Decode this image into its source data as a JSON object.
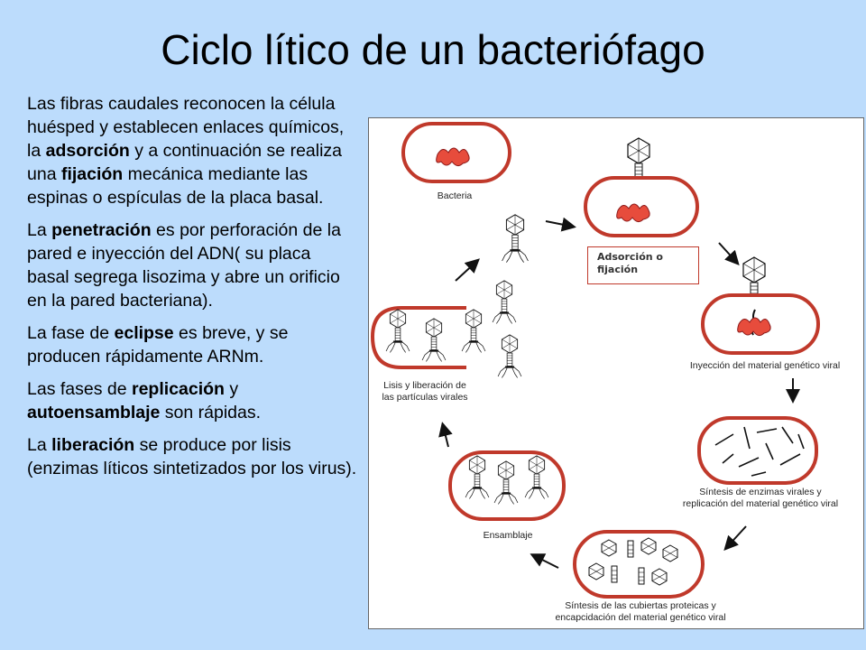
{
  "title": "Ciclo lítico de un bacteriófago",
  "paragraphs": [
    [
      {
        "t": "Las fibras caudales reconocen la célula huésped y establecen enlaces químicos, la ",
        "b": false
      },
      {
        "t": "adsorción",
        "b": true
      },
      {
        "t": " y a continuación se realiza una ",
        "b": false
      },
      {
        "t": "fijación",
        "b": true
      },
      {
        "t": " mecánica mediante las espinas o espículas de la placa basal.",
        "b": false
      }
    ],
    [
      {
        "t": "La ",
        "b": false
      },
      {
        "t": "penetración",
        "b": true
      },
      {
        "t": " es por perforación de la pared  e inyección del ADN( su placa basal segrega lisozima y abre un orificio en la pared bacteriana).",
        "b": false
      }
    ],
    [
      {
        "t": "La fase de ",
        "b": false
      },
      {
        "t": "eclipse",
        "b": true
      },
      {
        "t": " es breve, y se producen rápidamente ARNm.",
        "b": false
      }
    ],
    [
      {
        "t": "Las fases de ",
        "b": false
      },
      {
        "t": "replicación",
        "b": true
      },
      {
        "t": " y ",
        "b": false
      },
      {
        "t": "autoensamblaje",
        "b": true
      },
      {
        "t": " son rápidas.",
        "b": false
      }
    ],
    [
      {
        "t": "La ",
        "b": false
      },
      {
        "t": "liberación",
        "b": true
      },
      {
        "t": " se produce por lisis (enzimas líticos sintetizados por los virus).",
        "b": false
      }
    ]
  ],
  "diagram": {
    "labels": {
      "bacteria": "Bacteria",
      "adsorcion_box": "Adsorción o fijación",
      "inyeccion": "Inyección del material genético viral",
      "sintesis_enzimas": "Síntesis de enzimas virales y replicación del material genético viral",
      "sintesis_cubiertas": "Síntesis de las cubiertas proteicas y encapcidación del material genético viral",
      "ensamblaje": "Ensamblaje",
      "lisis": "Lisis y liberación de las partículas virales"
    },
    "colors": {
      "cell_wall": "#c0392b",
      "dna": "#c0392b",
      "background": "#bcdcfc"
    }
  }
}
